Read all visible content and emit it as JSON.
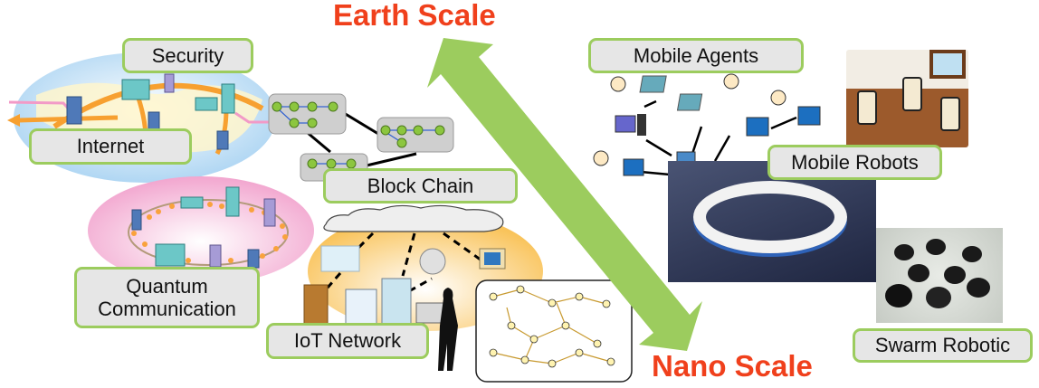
{
  "scale_axis": {
    "top_label": "Earth Scale",
    "bottom_label": "Nano Scale",
    "arrow_color": "#9ccc5e",
    "title_color": "#f0401c"
  },
  "labels": {
    "security": "Security",
    "internet": "Internet",
    "block_chain": "Block Chain",
    "quantum_line1": "Quantum",
    "quantum_line2": "Communication",
    "iot_network": "IoT Network",
    "mobile_agents": "Mobile Agents",
    "mobile_robots": "Mobile Robots",
    "swarm_robotic": "Swarm Robotic"
  },
  "colors": {
    "label_border": "#9ccc5e",
    "label_fill": "#e6e6e6",
    "globe": "#cfe6f7",
    "quantum_cloud": "#f4b8d8",
    "iot_cloud": "#fcd88a",
    "block_node": "#8cc63f",
    "link_orange": "#f7a030",
    "link_pink": "#f29ac7"
  }
}
